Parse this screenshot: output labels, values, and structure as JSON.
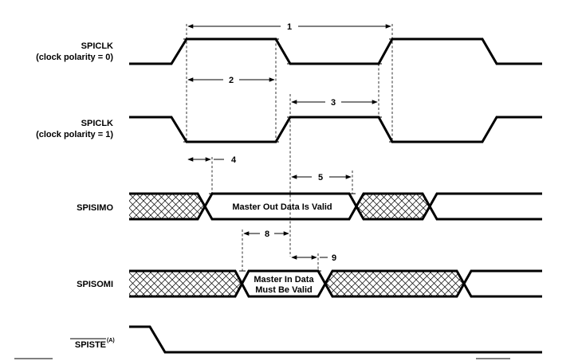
{
  "signals": {
    "spiclk_pol0": {
      "name": "SPICLK",
      "sub": "(clock polarity = 0)"
    },
    "spiclk_pol1": {
      "name": "SPICLK",
      "sub": "(clock polarity = 1)"
    },
    "spisimo": {
      "name": "SPISIMO",
      "box_text": "Master Out Data Is Valid"
    },
    "spisomi": {
      "name": "SPISOMI",
      "box_line1": "Master In Data",
      "box_line2": "Must Be Valid"
    },
    "spiste": {
      "name": "SPISTE",
      "sup": "(A)"
    }
  },
  "parameters": [
    "1",
    "2",
    "3",
    "4",
    "5",
    "8",
    "9"
  ]
}
